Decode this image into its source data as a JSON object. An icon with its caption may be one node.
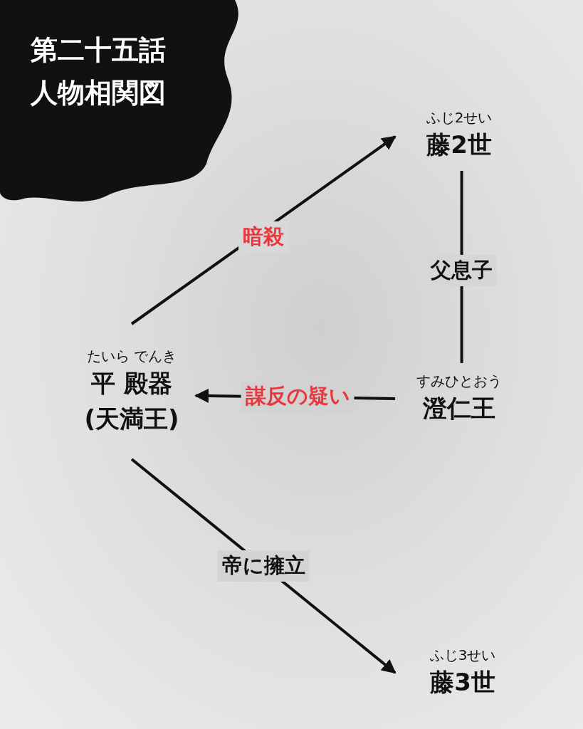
{
  "diagram": {
    "title": "第二十五話人物相関図",
    "nodes": [
      {
        "text": [
          "ふじ2せい",
          "藤2世"
        ]
      },
      {
        "text": [
          "たいら でんき",
          "平 殿器 (天満王)"
        ]
      },
      {
        "text": [
          "すみひとおう",
          "澄仁王"
        ]
      },
      {
        "text": [
          "ふじ3せい",
          "藤3世"
        ]
      }
    ],
    "edges": [
      {
        "from": 1,
        "to": 0,
        "arrow": "to",
        "label": "暗殺"
      },
      {
        "from": 0,
        "to": 2,
        "arrow": "none",
        "label": "父息子"
      },
      {
        "from": 2,
        "to": 1,
        "arrow": "to",
        "label": "謀反の疑い"
      },
      {
        "from": 1,
        "to": 3,
        "arrow": "to",
        "label": "帝に擁立"
      }
    ]
  }
}
